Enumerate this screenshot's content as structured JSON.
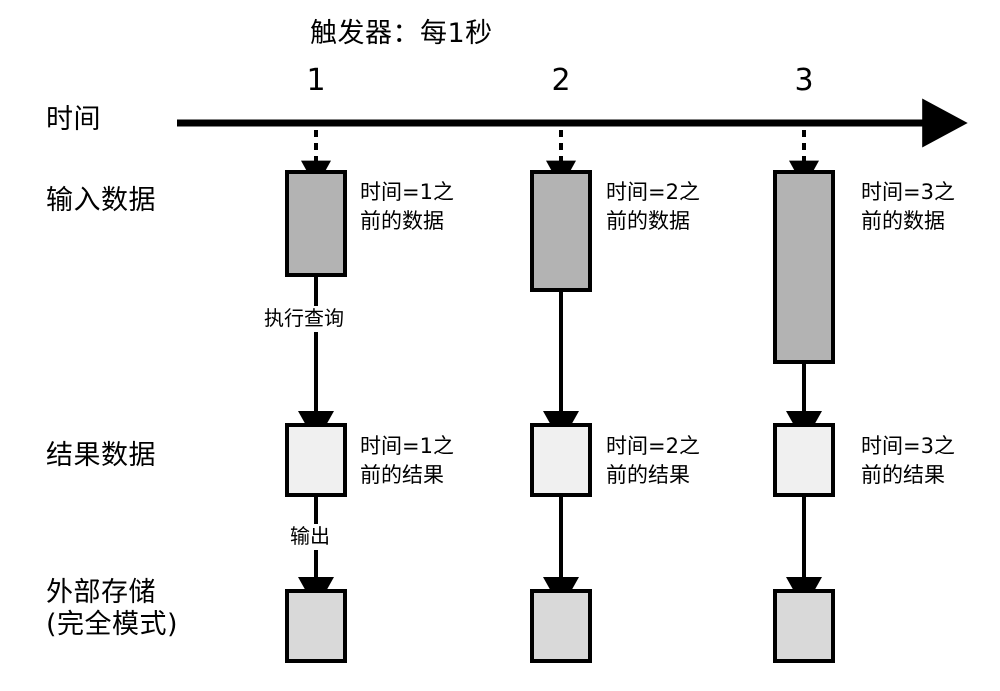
{
  "title": "触发器：每1秒",
  "axis": {
    "name": "时间",
    "ticks": [
      "1",
      "2",
      "3"
    ]
  },
  "rows": [
    {
      "key": "time",
      "label": "时间"
    },
    {
      "key": "input",
      "label": "输入数据"
    },
    {
      "key": "result",
      "label": "结果数据"
    },
    {
      "key": "sink",
      "label": "外部存储\n(完全模式)"
    }
  ],
  "steps": {
    "query": "执行查询",
    "output": "输出"
  },
  "columns": [
    {
      "tick": "1",
      "input_note": "时间=1之\n前的数据",
      "result_note": "时间=1之\n前的结果"
    },
    {
      "tick": "2",
      "input_note": "时间=2之\n前的数据",
      "result_note": "时间=2之\n前的结果"
    },
    {
      "tick": "3",
      "input_note": "时间=3之\n前的数据",
      "result_note": "时间=3之\n前的结果"
    }
  ],
  "colors": {
    "stroke": "#000000",
    "input_fill": "#b3b3b3",
    "result_fill": "#f0f0f0",
    "sink_fill": "#d9d9d9",
    "background": "#ffffff"
  }
}
